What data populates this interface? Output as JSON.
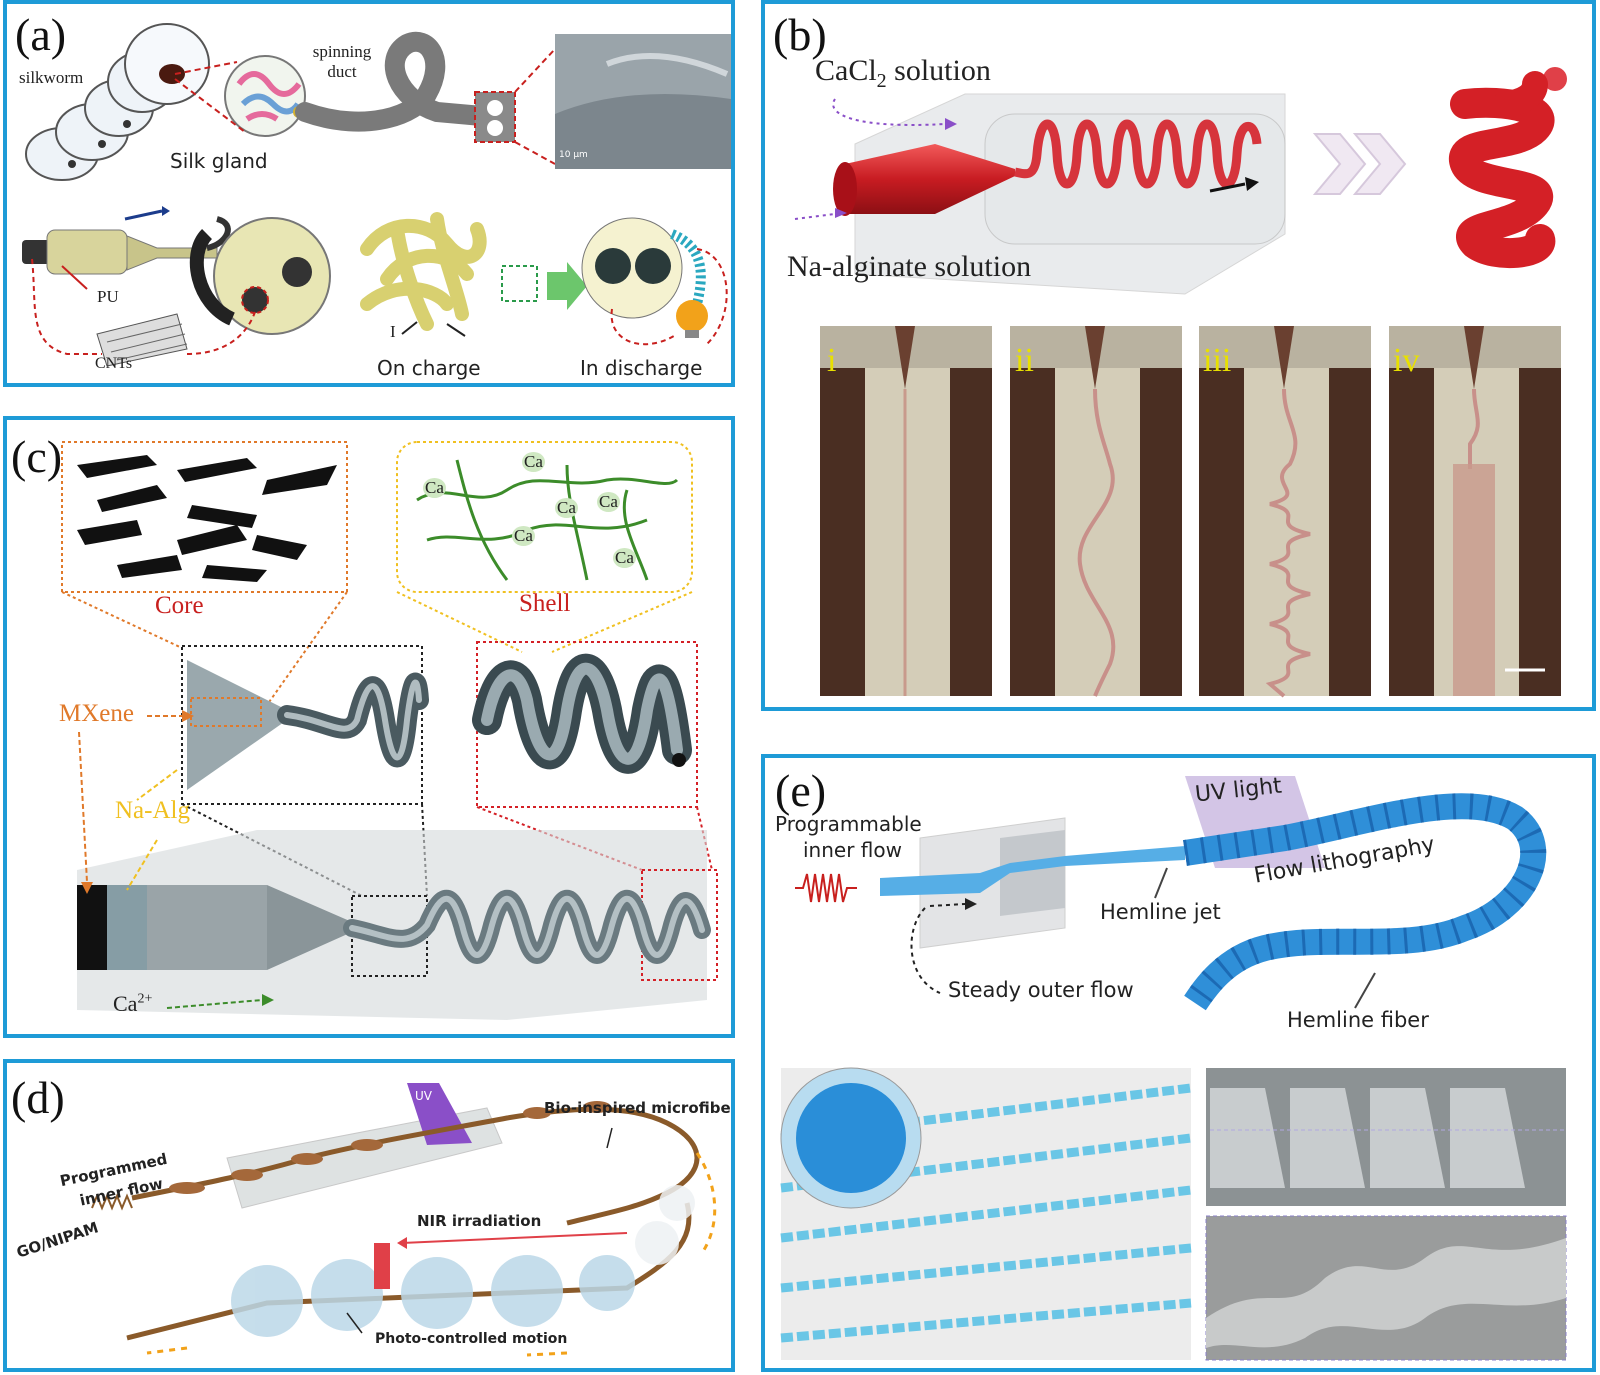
{
  "panels": {
    "a": {
      "label": "(a)",
      "silkworm": "silkworm",
      "spinning_duct": "spinning duct",
      "silk_gland": "Silk gland",
      "scale": "10 μm",
      "pu": "PU",
      "cnts": "CNTs",
      "current": "I",
      "on_charge": "On charge",
      "in_discharge": "In discharge"
    },
    "b": {
      "label": "(b)",
      "cacl2": "CaCl",
      "cacl2_sub": "2",
      "cacl2_suffix": " solution",
      "na_alginate": "Na-alginate  solution",
      "frames": [
        "i",
        "ii",
        "iii",
        "iv"
      ]
    },
    "c": {
      "label": "(c)",
      "core": "Core",
      "shell": "Shell",
      "mxene": "MXene",
      "na_alg": "Na-Alg",
      "ca2": "Ca",
      "ca2_sup": "2+",
      "ca_node": "Ca"
    },
    "d": {
      "label": "(d)",
      "uv": "UV",
      "bio": "Bio-inspired microfiber",
      "programmed": "Programmed",
      "inner_flow": "inner flow",
      "go_nipam": "GO/NIPAM",
      "nir": "NIR irradiation",
      "photo_motion": "Photo-controlled motion"
    },
    "e": {
      "label": "(e)",
      "uv_light": "UV light",
      "programmable": "Programmable",
      "inner_flow": "inner flow",
      "flow_litho": "Flow lithography",
      "hemline_jet": "Hemline jet",
      "steady": "Steady outer flow",
      "hemline_fiber": "Hemline fiber"
    }
  },
  "colors": {
    "border": "#1e9bd7",
    "red_helix": "#d42026",
    "mxene_orange": "#e0792a",
    "naalg_yellow": "#f0c020",
    "ca_green": "#3c8c2a",
    "hemline_blue": "#2f8fd8"
  }
}
